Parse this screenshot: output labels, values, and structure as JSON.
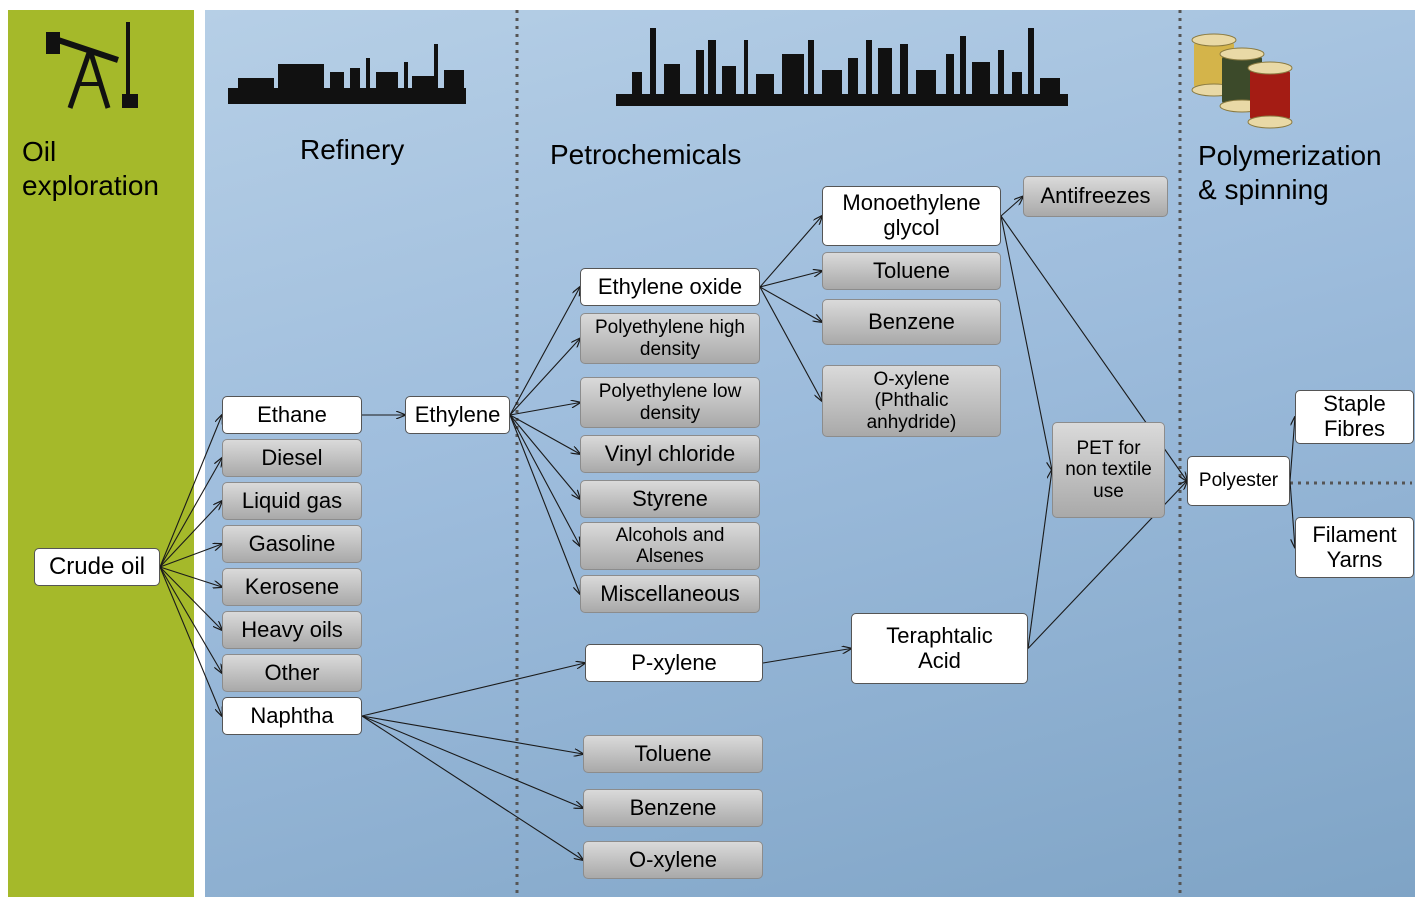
{
  "colors": {
    "oil_panel": "#a5b92a",
    "main_panel": "#9dbcdc",
    "white_box": "#ffffff",
    "gray_box": "#bdbdbd"
  },
  "stages": {
    "oil": "Oil exploration",
    "refinery": "Refinery",
    "petrochemicals": "Petrochemicals",
    "polymerization": "Polymerization & spinning"
  },
  "icons": [
    "pumpjack-icon",
    "refinery-skyline-icon",
    "petrochemical-plant-icon",
    "thread-spools-icon"
  ],
  "nodes": {
    "crude_oil": "Crude oil",
    "ethane": "Ethane",
    "diesel": "Diesel",
    "liquid_gas": "Liquid gas",
    "gasoline": "Gasoline",
    "kerosene": "Kerosene",
    "heavy_oils": "Heavy oils",
    "other": "Other",
    "naphtha": "Naphtha",
    "ethylene": "Ethylene",
    "ethylene_oxide": "Ethylene oxide",
    "pe_high": "Polyethylene high density",
    "pe_low": "Polyethylene low density",
    "vinyl_chloride": "Vinyl chloride",
    "styrene": "Styrene",
    "alcohols": "Alcohols and Alsenes",
    "misc": "Miscellaneous",
    "pxylene": "P-xylene",
    "toluene_n": "Toluene",
    "benzene_n": "Benzene",
    "oxylene_n": "O-xylene",
    "meg": "Monoethylene glycol",
    "toluene_e": "Toluene",
    "benzene_e": "Benzene",
    "oxylene_e": "O-xylene (Phthalic anhydride)",
    "antifreezes": "Antifreezes",
    "tpa": "Teraphtalic Acid",
    "pet": "PET for non textile use",
    "polyester": "Polyester",
    "staple": "Staple Fibres",
    "filament": "Filament Yarns"
  },
  "flows": [
    [
      "crude_oil",
      "ethane"
    ],
    [
      "crude_oil",
      "diesel"
    ],
    [
      "crude_oil",
      "liquid_gas"
    ],
    [
      "crude_oil",
      "gasoline"
    ],
    [
      "crude_oil",
      "kerosene"
    ],
    [
      "crude_oil",
      "heavy_oils"
    ],
    [
      "crude_oil",
      "other"
    ],
    [
      "crude_oil",
      "naphtha"
    ],
    [
      "ethane",
      "ethylene"
    ],
    [
      "ethylene",
      "ethylene_oxide"
    ],
    [
      "ethylene",
      "pe_high"
    ],
    [
      "ethylene",
      "pe_low"
    ],
    [
      "ethylene",
      "vinyl_chloride"
    ],
    [
      "ethylene",
      "styrene"
    ],
    [
      "ethylene",
      "alcohols"
    ],
    [
      "ethylene",
      "misc"
    ],
    [
      "naphtha",
      "pxylene"
    ],
    [
      "naphtha",
      "toluene_n"
    ],
    [
      "naphtha",
      "benzene_n"
    ],
    [
      "naphtha",
      "oxylene_n"
    ],
    [
      "ethylene_oxide",
      "meg"
    ],
    [
      "ethylene_oxide",
      "toluene_e"
    ],
    [
      "ethylene_oxide",
      "benzene_e"
    ],
    [
      "ethylene_oxide",
      "oxylene_e"
    ],
    [
      "meg",
      "antifreezes"
    ],
    [
      "meg",
      "pet"
    ],
    [
      "meg",
      "polyester"
    ],
    [
      "pxylene",
      "tpa"
    ],
    [
      "tpa",
      "pet"
    ],
    [
      "tpa",
      "polyester"
    ],
    [
      "polyester",
      "staple"
    ],
    [
      "polyester",
      "filament"
    ]
  ]
}
